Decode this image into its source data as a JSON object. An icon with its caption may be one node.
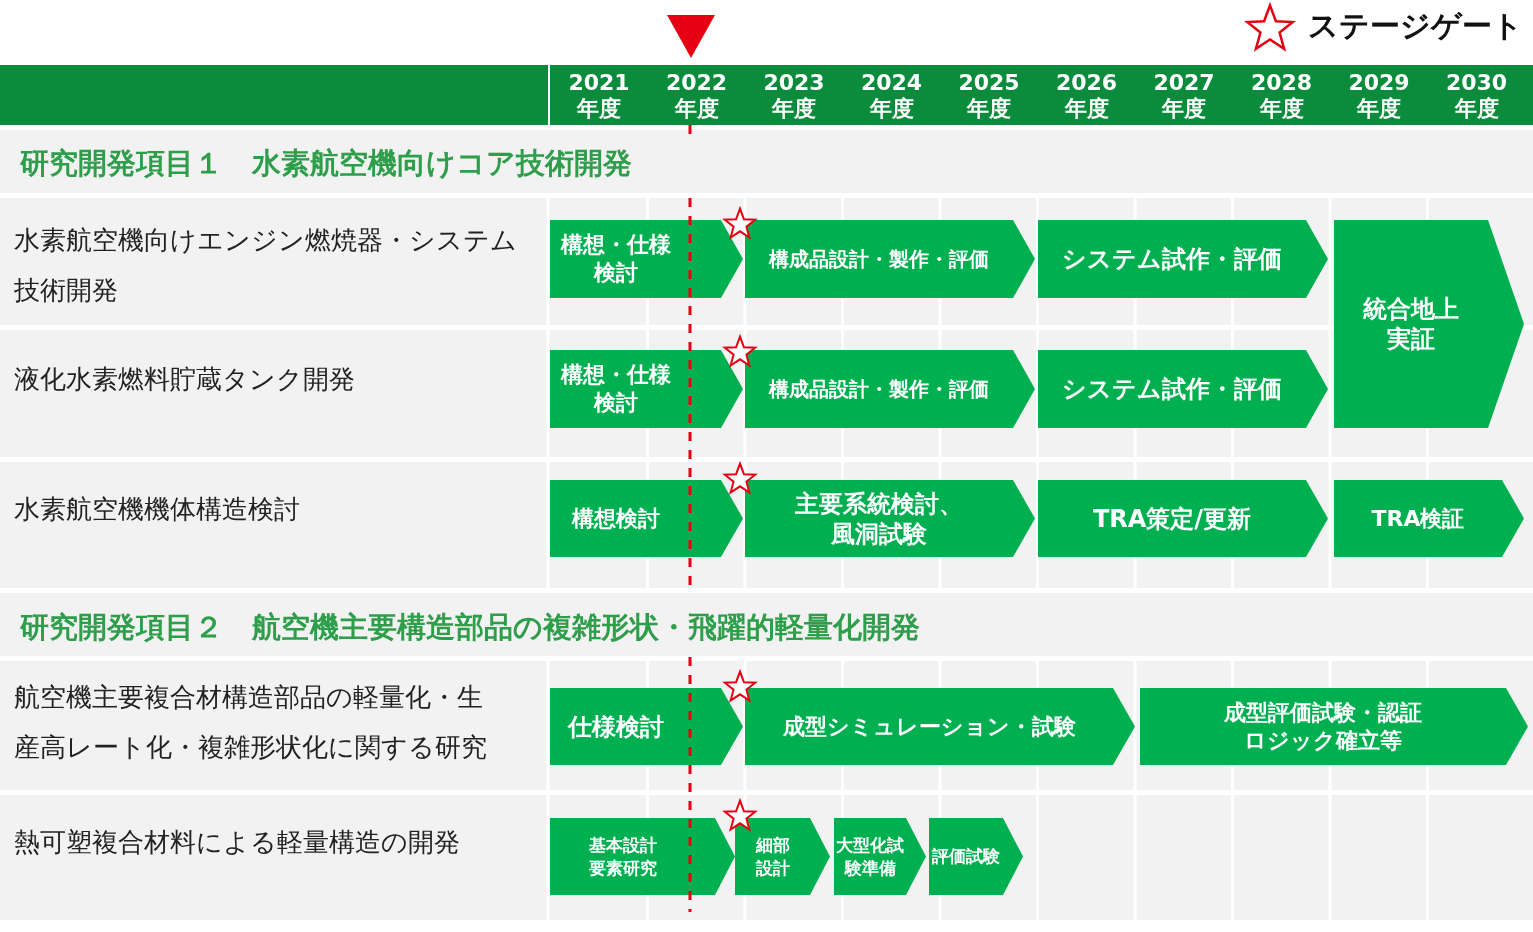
{
  "diagram": {
    "nodes": [
      {
        "text": [
          "構想・仕様検討"
        ]
      },
      {
        "text": [
          "構成品設計・製作・評価"
        ]
      },
      {
        "text": [
          "システム試作・評価"
        ]
      },
      {
        "text": [
          "統合地上実証"
        ]
      },
      {
        "text": [
          "構想・仕様検討"
        ]
      },
      {
        "text": [
          "構成品設計・製作・評価"
        ]
      },
      {
        "text": [
          "システム試作・評価"
        ]
      },
      {
        "text": [
          "構想検討"
        ]
      },
      {
        "text": [
          "主要系統検討、風洞試験"
        ]
      },
      {
        "text": [
          "TRA策定/更新"
        ]
      },
      {
        "text": [
          "TRA検証"
        ]
      },
      {
        "text": [
          "仕様検討"
        ]
      },
      {
        "text": [
          "成型シミュレーション・試験"
        ]
      },
      {
        "text": [
          "成型評価試験・認証ロジック確立等"
        ]
      },
      {
        "text": [
          "基本設計要素研究"
        ]
      },
      {
        "text": [
          "細部設計"
        ]
      },
      {
        "text": [
          "大型化試験準備"
        ]
      },
      {
        "text": [
          "評価試験"
        ]
      }
    ],
    "labels": [
      "2021年度",
      "2022年度",
      "2023年度",
      "2024年度",
      "2025年度",
      "2026年度",
      "2027年度",
      "2028年度",
      "2029年度",
      "2030年度",
      "研究開発項目１　水素航空機向けコア技術開発",
      "水素航空機向けエンジン燃焼器・システム技術開発",
      "液化水素燃料貯蔵タンク開発",
      "水素航空機機体構造検討",
      "研究開発項目２　航空機主要構造部品の複雑形状・飛躍的軽量化開発",
      "航空機主要複合材構造部品の軽量化・生産高レート化・複雑形状化に関する研究",
      "熱可塑複合材料による軽量構造の開発"
    ],
    "legend": [
      {
        "text": "ステージゲート"
      }
    ]
  }
}
